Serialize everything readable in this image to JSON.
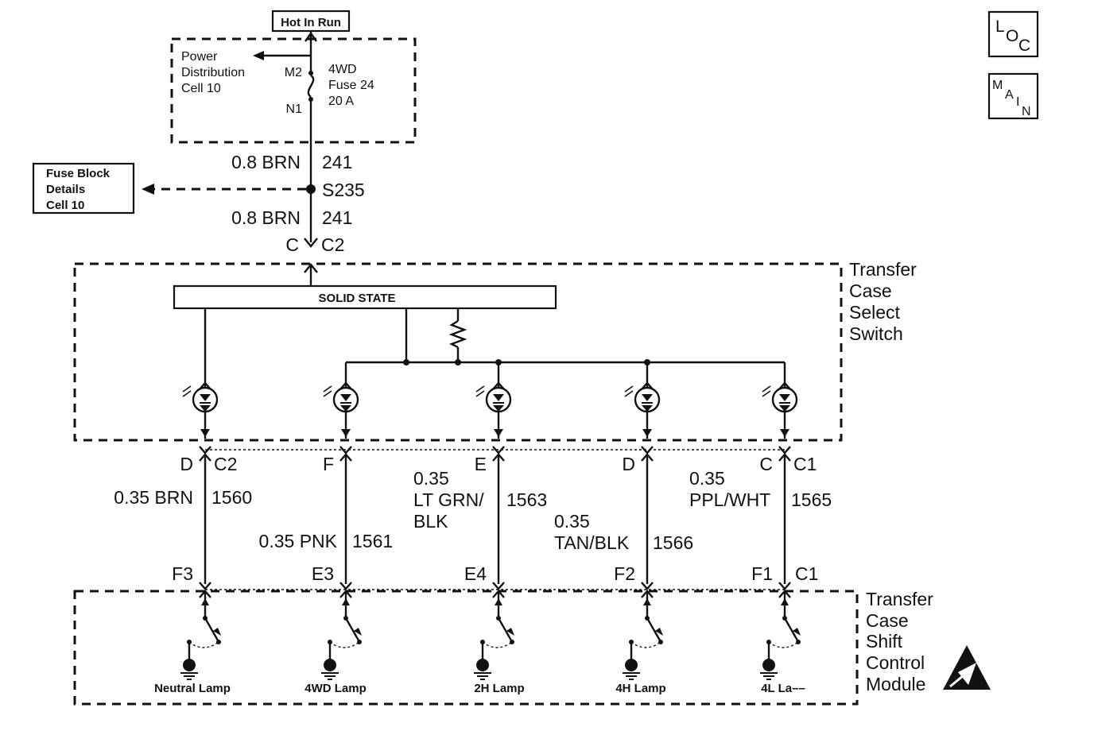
{
  "hot_label": "Hot In Run",
  "power_dist": {
    "line1": "Power",
    "line2": "Distribution",
    "line3": "Cell 10"
  },
  "fuse": {
    "pin_top": "M2",
    "pin_bottom": "N1",
    "line1": "4WD",
    "line2": "Fuse 24",
    "line3": "20 A"
  },
  "feed": {
    "upper_wire": "0.8 BRN",
    "upper_circuit": "241",
    "splice": "S235",
    "lower_wire": "0.8 BRN",
    "lower_circuit": "241",
    "conn_pin": "C",
    "conn_id": "C2"
  },
  "fuse_block": {
    "line1": "Fuse Block",
    "line2": "Details",
    "line3": "Cell 10"
  },
  "switch": {
    "line1": "Transfer",
    "line2": "Case",
    "line3": "Select",
    "line4": "Switch",
    "solid_state": "SOLID STATE"
  },
  "module": {
    "line1": "Transfer",
    "line2": "Case",
    "line3": "Shift",
    "line4": "Control",
    "line5": "Module"
  },
  "loc_badge": {
    "l1": "L",
    "l2": "O",
    "l3": "C"
  },
  "main_badge": {
    "l1": "M",
    "l2": "A",
    "l3": "I",
    "l4": "N"
  },
  "circuits": [
    {
      "top_pin": "D",
      "top_conn": "C2",
      "wire": "0.35 BRN",
      "circuit": "1560",
      "bottom_pin": "F3",
      "lamp": "Neutral Lamp"
    },
    {
      "top_pin": "F",
      "wire": "0.35 PNK",
      "circuit": "1561",
      "bottom_pin": "E3",
      "lamp": "4WD Lamp"
    },
    {
      "top_pin": "E",
      "wire_l1": "0.35",
      "wire_l2": "LT GRN/",
      "wire_l3": "BLK",
      "circuit": "1563",
      "bottom_pin": "E4",
      "lamp": "2H Lamp"
    },
    {
      "top_pin": "D",
      "wire_l1": "0.35",
      "wire_l2": "TAN/BLK",
      "circuit": "1566",
      "bottom_pin": "F2",
      "lamp": "4H Lamp"
    },
    {
      "top_pin": "C",
      "top_conn": "C1",
      "wire_l1": "0.35",
      "wire_l2": "PPL/WHT",
      "circuit": "1565",
      "bottom_pin": "F1",
      "bottom_conn": "C1",
      "lamp": "4L La––"
    }
  ]
}
